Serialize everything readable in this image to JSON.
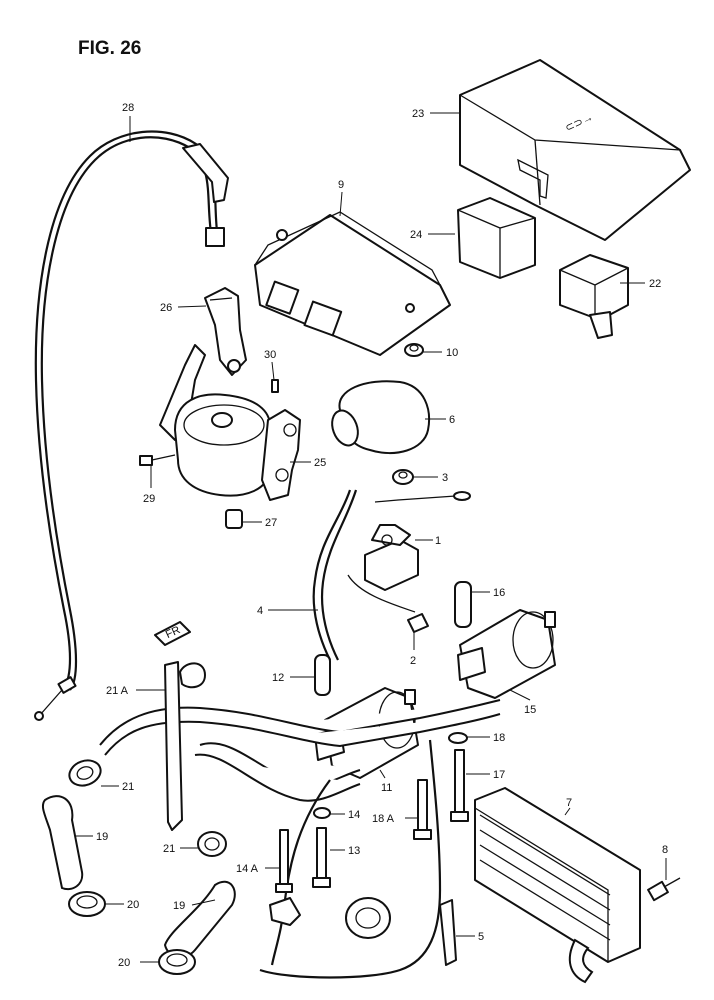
{
  "figure": {
    "title": "FIG. 26"
  },
  "callouts": [
    {
      "id": "p28",
      "text": "28"
    },
    {
      "id": "p23",
      "text": "23"
    },
    {
      "id": "p9",
      "text": "9"
    },
    {
      "id": "p24",
      "text": "24"
    },
    {
      "id": "p22",
      "text": "22"
    },
    {
      "id": "p26",
      "text": "26"
    },
    {
      "id": "p10",
      "text": "10"
    },
    {
      "id": "p30",
      "text": "30"
    },
    {
      "id": "p6",
      "text": "6"
    },
    {
      "id": "p25",
      "text": "25"
    },
    {
      "id": "p29",
      "text": "29"
    },
    {
      "id": "p3",
      "text": "3"
    },
    {
      "id": "p27",
      "text": "27"
    },
    {
      "id": "p1",
      "text": "1"
    },
    {
      "id": "p4",
      "text": "4"
    },
    {
      "id": "p16",
      "text": "16"
    },
    {
      "id": "p2",
      "text": "2"
    },
    {
      "id": "p12",
      "text": "12"
    },
    {
      "id": "p21A",
      "text": "21 A"
    },
    {
      "id": "p15",
      "text": "15"
    },
    {
      "id": "p18",
      "text": "18"
    },
    {
      "id": "p21a",
      "text": "21"
    },
    {
      "id": "p17",
      "text": "17"
    },
    {
      "id": "p11",
      "text": "11"
    },
    {
      "id": "p7",
      "text": "7"
    },
    {
      "id": "p19a",
      "text": "19"
    },
    {
      "id": "p14",
      "text": "14"
    },
    {
      "id": "p18A",
      "text": "18 A"
    },
    {
      "id": "p21b",
      "text": "21"
    },
    {
      "id": "p13",
      "text": "13"
    },
    {
      "id": "p8",
      "text": "8"
    },
    {
      "id": "p14A",
      "text": "14 A"
    },
    {
      "id": "p20a",
      "text": "20"
    },
    {
      "id": "p19b",
      "text": "19"
    },
    {
      "id": "p5",
      "text": "5"
    },
    {
      "id": "p20b",
      "text": "20"
    }
  ],
  "parts": {
    "cover_23_marking": "⊂⊃→",
    "front_marker": "FR"
  }
}
